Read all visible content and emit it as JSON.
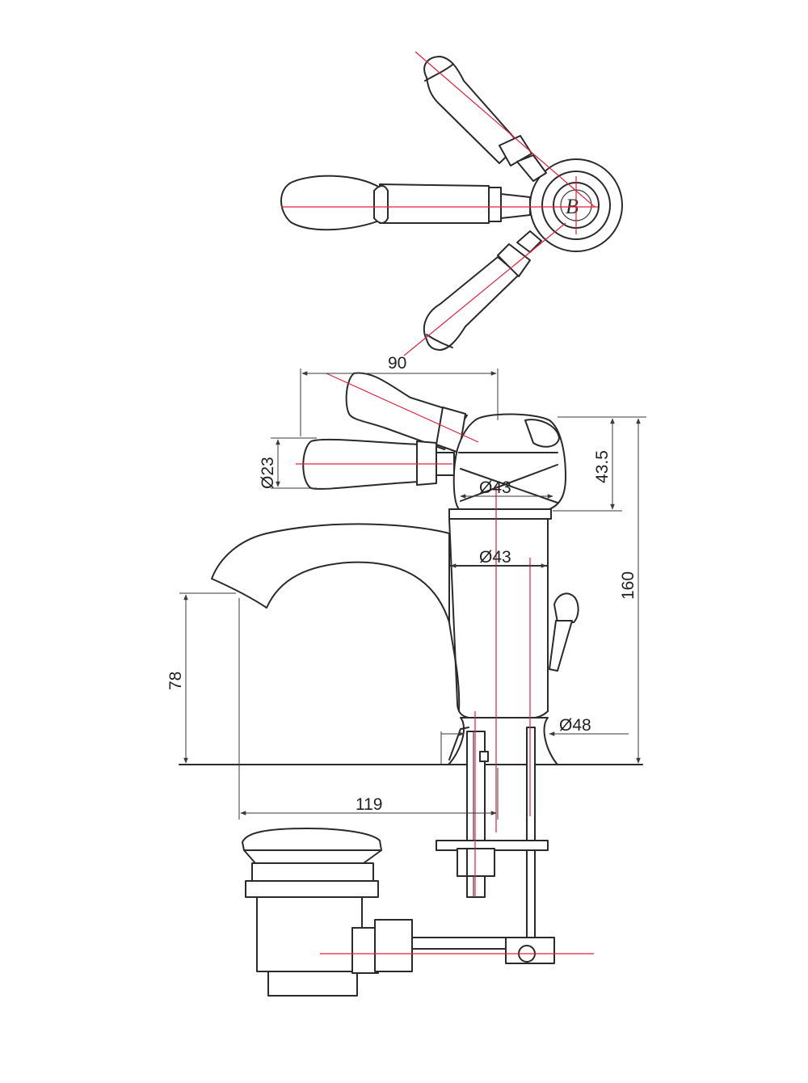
{
  "colors": {
    "outline": "#2a2a2a",
    "centerline": "#e0203a",
    "dimension": "#3a3a3a",
    "background": "#ffffff"
  },
  "dimensions": {
    "handle_span": "90",
    "handle_diameter": "Ø23",
    "body_top_diameter": "Ø43",
    "body_diameter": "Ø43",
    "top_height": "43.5",
    "total_height": "160",
    "spout_height": "78",
    "base_diameter": "Ø48",
    "spout_reach": "119"
  },
  "logo_glyph": "B"
}
